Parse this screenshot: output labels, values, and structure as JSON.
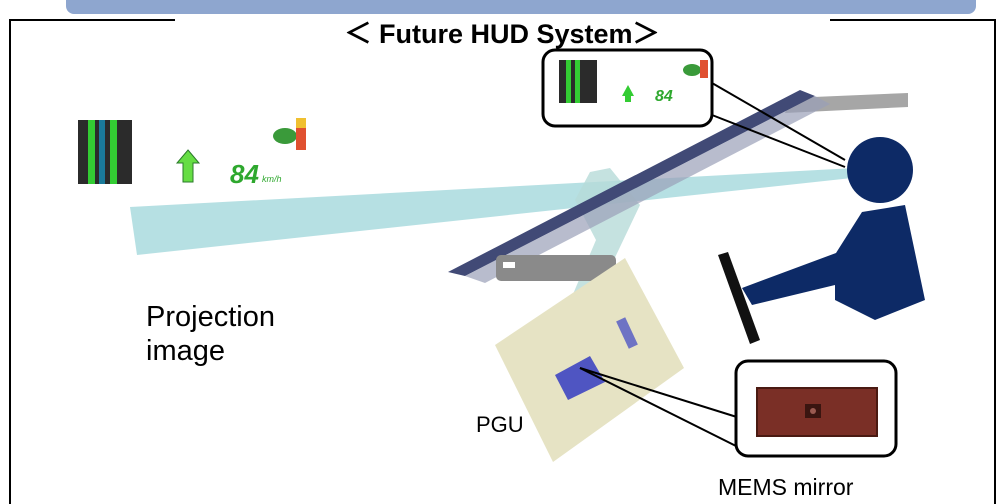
{
  "diagram": {
    "title": "＜ Future HUD System＞",
    "labels": {
      "projection_image": "Projection\nimage",
      "pgu": "PGU",
      "mems_mirror": "MEMS mirror"
    },
    "hud_display": {
      "speed_value": "84",
      "speed_unit": "km/h"
    },
    "colors": {
      "frame_bar": "#8ea6cf",
      "beam": "#a9dade",
      "windshield": "#414a76",
      "driver": "#0d2a66",
      "pgu_box": "#e6e3c4",
      "mems_chip": "#4f55c2",
      "mems_mirror": "#7a2f26",
      "hud_green": "#33cc33"
    },
    "icons": [
      "lane-map-icon",
      "up-arrow-icon",
      "eco-leaf-icon",
      "signal-meter-icon",
      "driver-icon",
      "steering-wheel-icon"
    ]
  }
}
